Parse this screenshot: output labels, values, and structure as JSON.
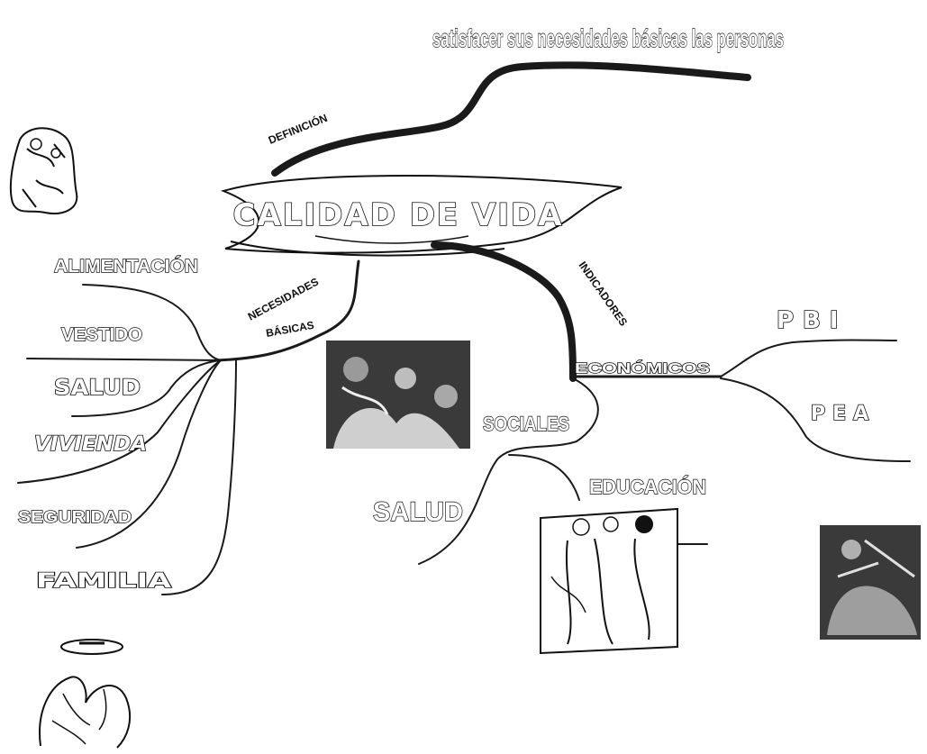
{
  "definition_text": "satisfacer sus necesidades básicas las personas",
  "center": {
    "title": "CALIDAD DE VIDA"
  },
  "branches": {
    "definicion": "DEFINICIÓN",
    "necesidades_line1": "NECESIDADES",
    "necesidades_line2": "BÁSICAS",
    "indicadores": "INDICADORES"
  },
  "needs": {
    "alimentacion": "ALIMENTACIÓN",
    "vestido": "VESTIDO",
    "salud": "SALUD",
    "vivienda": "VIVIENDA",
    "seguridad": "SEGURIDAD",
    "familia": "FAMILIA"
  },
  "indicators": {
    "economicos": "ECONÓMICOS",
    "pbi": "PBI",
    "pea": "PEA",
    "sociales": "SOCIALES",
    "salud": "SALUD",
    "educacion": "EDUCACIÓN"
  }
}
